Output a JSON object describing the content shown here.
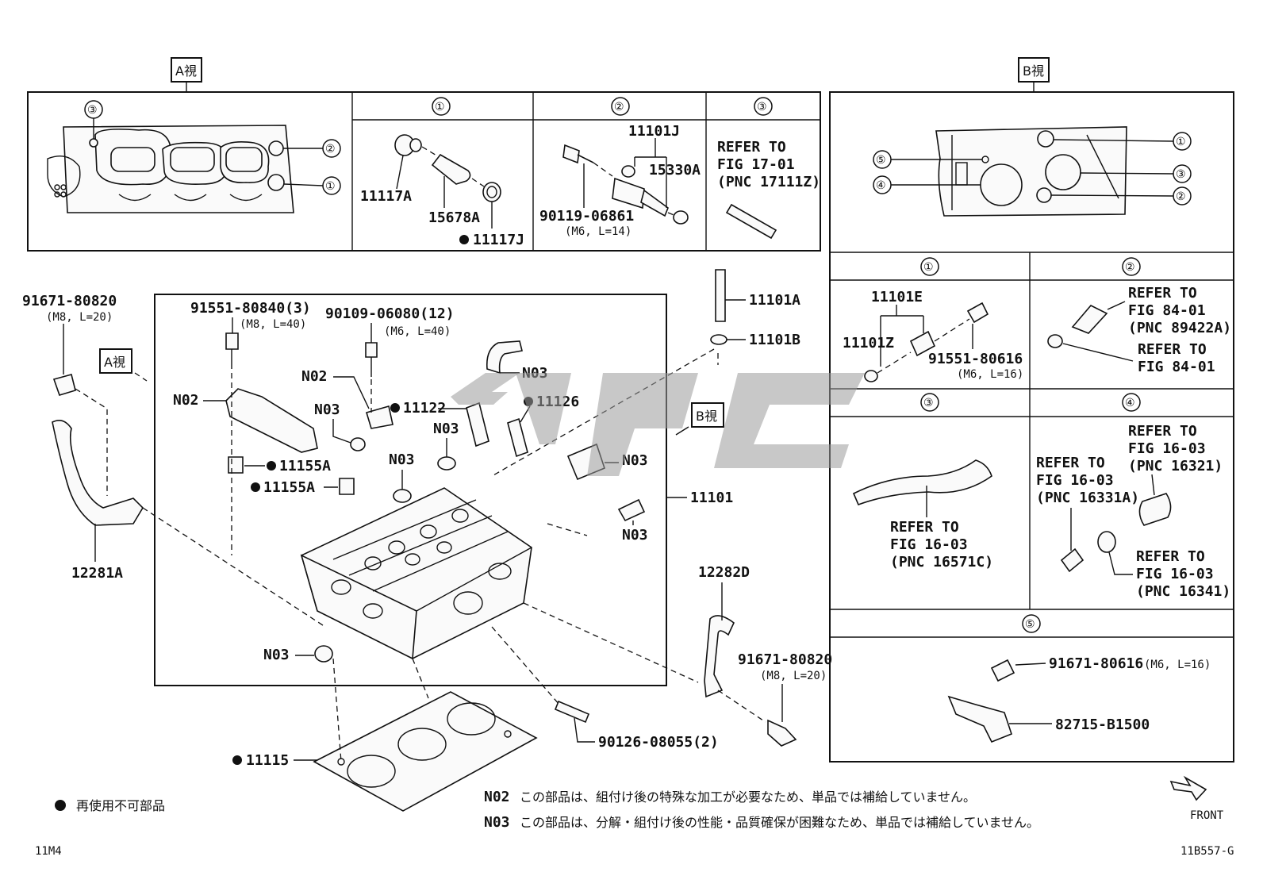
{
  "views": {
    "view_a": "A視",
    "view_b": "B視"
  },
  "circled": {
    "c1": "①",
    "c2": "②",
    "c3": "③",
    "c4": "④",
    "c5": "⑤"
  },
  "panel_a": {
    "p1": {
      "l1": "11117A",
      "l2": "15678A",
      "l3": "11117J"
    },
    "p2": {
      "l1": "11101J",
      "l2": "15330A",
      "l3": "90119-06861",
      "l4": "(M6, L=14)"
    },
    "p3": {
      "l1": "REFER TO",
      "l2": "FIG 17-01",
      "l3": "(PNC 17111Z)"
    }
  },
  "panel_b": {
    "p1": {
      "l1": "11101E",
      "l2": "11101Z",
      "l3": "91551-80616",
      "l4": "(M6, L=16)"
    },
    "p2": {
      "r1": "REFER TO",
      "r2": "FIG 84-01",
      "r3": "(PNC 89422A)",
      "r4": "REFER TO",
      "r5": "FIG 84-01"
    },
    "p3": {
      "r1": "REFER TO",
      "r2": "FIG 16-03",
      "r3": "(PNC 16571C)"
    },
    "p4": {
      "r1": "REFER TO",
      "r2": "FIG 16-03",
      "r3": "(PNC 16321)",
      "r4": "REFER TO",
      "r5": "FIG 16-03",
      "r6": "(PNC 16331A)",
      "r7": "REFER TO",
      "r8": "FIG 16-03",
      "r9": "(PNC 16341)"
    },
    "p5": {
      "l1": "91671-80616",
      "l1b": "(M6, L=16)",
      "l2": "82715-B1500"
    }
  },
  "main": {
    "lbl_91671_left": "91671-80820",
    "lbl_91671_left_spec": "(M8, L=20)",
    "lbl_91551": "91551-80840(3)",
    "lbl_91551_spec": "(M8, L=40)",
    "lbl_90109": "90109-06080(12)",
    "lbl_90109_spec": "(M6, L=40)",
    "lbl_n02_a": "N02",
    "lbl_n02_b": "N02",
    "lbl_n03_a": "N03",
    "lbl_n03_b": "N03",
    "lbl_n03_c": "N03",
    "lbl_n03_d": "N03",
    "lbl_n03_e": "N03",
    "lbl_n03_f": "N03",
    "lbl_n03_g": "N03",
    "lbl_11122": "11122",
    "lbl_11126": "11126",
    "lbl_11155a_1": "11155A",
    "lbl_11155a_2": "11155A",
    "lbl_11101": "11101",
    "lbl_11101a": "11101A",
    "lbl_11101b": "11101B",
    "lbl_12281a": "12281A",
    "lbl_12282d": "12282D",
    "lbl_91671_right": "91671-80820",
    "lbl_91671_right_spec": "(M8, L=20)",
    "lbl_90126": "90126-08055(2)",
    "lbl_11115": "11115",
    "view_a_arrow": "A視",
    "view_b_arrow": "B視"
  },
  "footer": {
    "legend": "再使用不可部品",
    "n02_code": "N02",
    "n02_text": "この部品は、組付け後の特殊な加工が必要なため、単品では補給していません。",
    "n03_code": "N03",
    "n03_text": "この部品は、分解・組付け後の性能・品質確保が困難なため、単品では補給していません。",
    "front": "FRONT",
    "left_code": "11M4",
    "right_code": "11B557-G"
  }
}
